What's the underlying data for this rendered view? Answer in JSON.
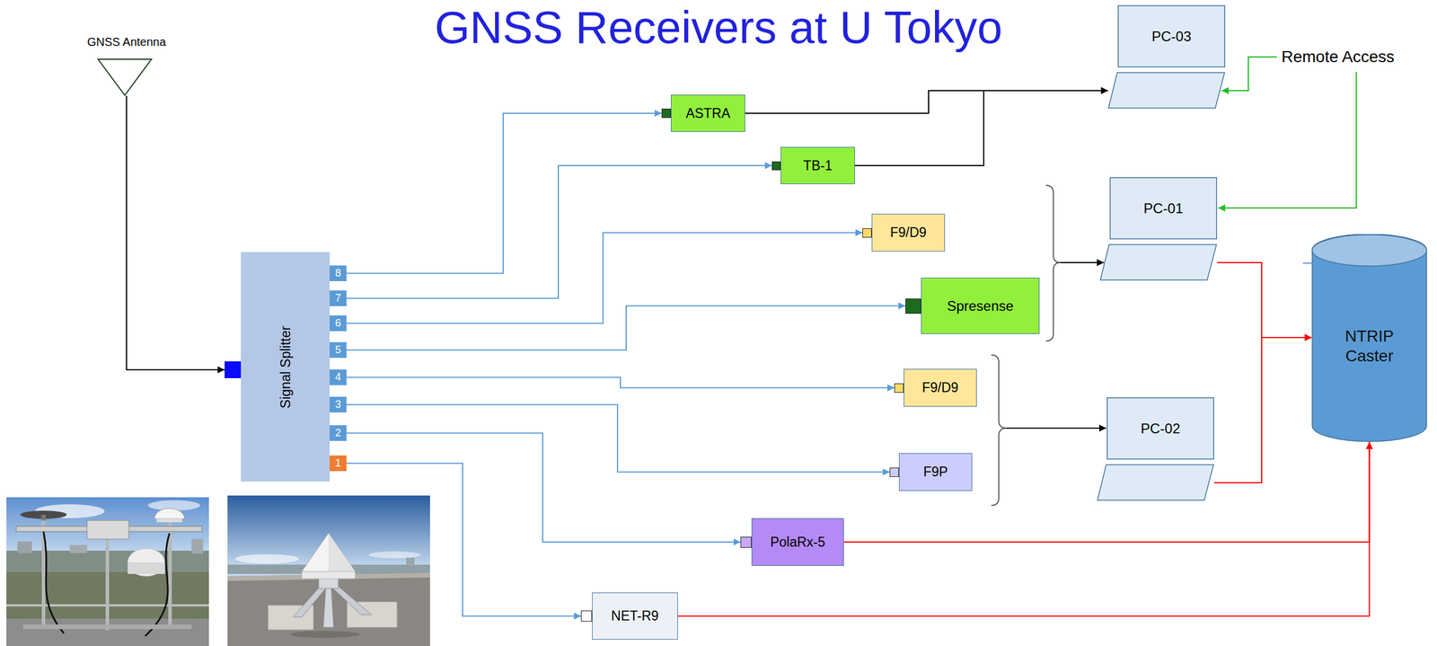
{
  "diagram": {
    "title": "GNSS Receivers at U Tokyo",
    "nodes": [
      {
        "text": [
          "GNSS Antenna"
        ]
      },
      {
        "text": [
          "Signal Splitter"
        ]
      },
      {
        "text": [
          "8"
        ],
        "in": 1
      },
      {
        "text": [
          "7"
        ],
        "in": 1
      },
      {
        "text": [
          "6"
        ],
        "in": 1
      },
      {
        "text": [
          "5"
        ],
        "in": 1
      },
      {
        "text": [
          "4"
        ],
        "in": 1
      },
      {
        "text": [
          "3"
        ],
        "in": 1
      },
      {
        "text": [
          "2"
        ],
        "in": 1
      },
      {
        "text": [
          "1"
        ],
        "in": 1
      },
      {
        "text": [
          "ASTRA"
        ]
      },
      {
        "text": [
          "TB-1"
        ]
      },
      {
        "text": [
          "F9/D9"
        ]
      },
      {
        "text": [
          "Spresense"
        ]
      },
      {
        "text": [
          "F9/D9"
        ]
      },
      {
        "text": [
          "F9P"
        ]
      },
      {
        "text": [
          "PolaRx-5"
        ]
      },
      {
        "text": [
          "NET-R9"
        ]
      },
      {
        "text": [
          "PC-03"
        ]
      },
      {
        "text": [
          "PC-01"
        ]
      },
      {
        "text": [
          "PC-02"
        ]
      },
      {
        "text": [
          "NTRIP Caster"
        ]
      }
    ],
    "edges": [
      {
        "from": 0,
        "to": 1,
        "arrow": "to"
      },
      {
        "from": 2,
        "to": 10,
        "arrow": "to"
      },
      {
        "from": 3,
        "to": 11,
        "arrow": "to"
      },
      {
        "from": 4,
        "to": 12,
        "arrow": "to"
      },
      {
        "from": 5,
        "to": 13,
        "arrow": "to"
      },
      {
        "from": 6,
        "to": 14,
        "arrow": "to"
      },
      {
        "from": 7,
        "to": 15,
        "arrow": "to"
      },
      {
        "from": 8,
        "to": 16,
        "arrow": "to"
      },
      {
        "from": 9,
        "to": 17,
        "arrow": "to"
      },
      {
        "from": 10,
        "to": 18,
        "arrow": "to"
      },
      {
        "from": 11,
        "to": 18,
        "arrow": "to"
      },
      {
        "from": 19,
        "to": 21,
        "arrow": "to"
      },
      {
        "from": 20,
        "to": 21,
        "arrow": "to"
      },
      {
        "from": 16,
        "to": 21,
        "arrow": "to"
      },
      {
        "from": 17,
        "to": 21,
        "arrow": "to"
      }
    ],
    "labels": [
      "Remote Access"
    ]
  }
}
